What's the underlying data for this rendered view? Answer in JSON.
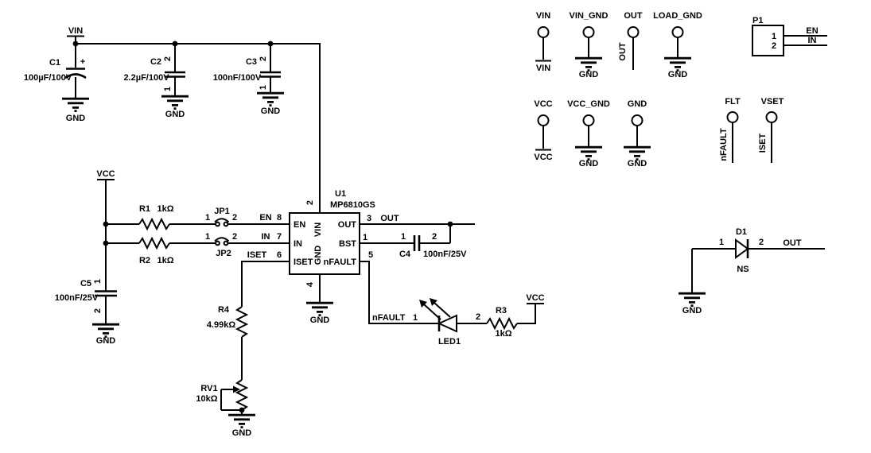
{
  "nets": {
    "vin": "VIN",
    "vcc": "VCC",
    "gnd": "GND",
    "out": "OUT",
    "en": "EN",
    "in": "IN",
    "iset": "ISET",
    "nfault": "nFAULT"
  },
  "pin_numbers": {
    "n1": "1",
    "n2": "2",
    "n3": "3",
    "n4": "4",
    "n5": "5",
    "n6": "6",
    "n7": "7",
    "n8": "8"
  },
  "ic": {
    "ref": "U1",
    "part": "MP6810GS",
    "pins": {
      "en": "EN",
      "in": "IN",
      "iset": "ISET",
      "vin": "VIN",
      "gnd": "GND",
      "out": "OUT",
      "bst": "BST",
      "nfault": "nFAULT"
    }
  },
  "parts": {
    "c1": {
      "ref": "C1",
      "value": "100µF/100V",
      "polarity": "+"
    },
    "c2": {
      "ref": "C2",
      "value": "2.2µF/100V"
    },
    "c3": {
      "ref": "C3",
      "value": "100nF/100V"
    },
    "c4": {
      "ref": "C4",
      "value": "100nF/25V"
    },
    "c5": {
      "ref": "C5",
      "value": "100nF/25V"
    },
    "r1": {
      "ref": "R1",
      "value": "1kΩ"
    },
    "r2": {
      "ref": "R2",
      "value": "1kΩ"
    },
    "r3": {
      "ref": "R3",
      "value": "1kΩ"
    },
    "r4": {
      "ref": "R4",
      "value": "4.99kΩ"
    },
    "rv1": {
      "ref": "RV1",
      "value": "10kΩ"
    },
    "jp1": {
      "ref": "JP1"
    },
    "jp2": {
      "ref": "JP2"
    },
    "led1": {
      "ref": "LED1"
    },
    "d1": {
      "ref": "D1",
      "note": "NS"
    },
    "p1": {
      "ref": "P1"
    }
  },
  "ports": {
    "vin": {
      "title": "VIN"
    },
    "vin_gnd": {
      "title": "VIN_GND"
    },
    "out": {
      "title": "OUT"
    },
    "load_gnd": {
      "title": "LOAD_GND"
    },
    "vcc": {
      "title": "VCC"
    },
    "vcc_gnd": {
      "title": "VCC_GND"
    },
    "gnd": {
      "title": "GND"
    },
    "flt": {
      "title": "FLT"
    },
    "vset": {
      "title": "VSET"
    }
  }
}
